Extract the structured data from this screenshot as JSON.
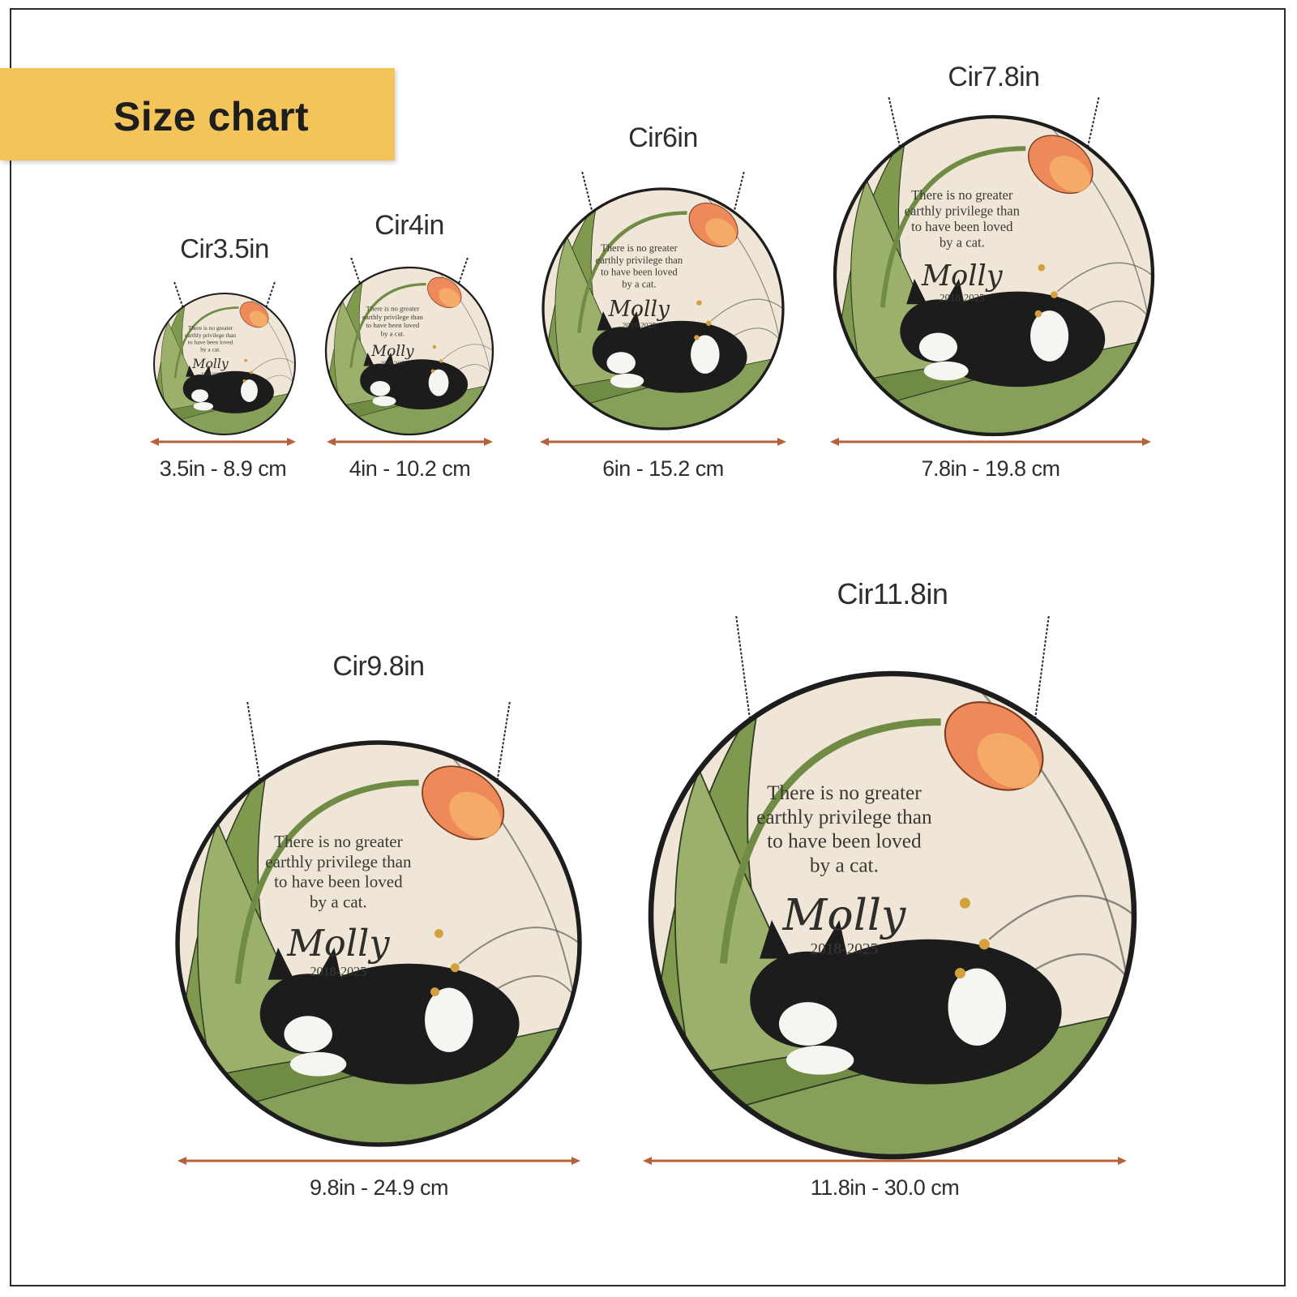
{
  "banner": {
    "title": "Size chart"
  },
  "colors": {
    "banner": "#f2c45a",
    "arrow": "#b5613a",
    "glass": "#efe6d8",
    "rim": "#1d1d1d",
    "tulip": "#ee8a5a",
    "leaf": "#7f9a4e"
  },
  "ornament": {
    "quote": [
      "There is no greater",
      "earthly privilege than",
      "to have been loved",
      "by a cat."
    ],
    "name": "Molly",
    "dates": "2018-2025"
  },
  "sizes": [
    {
      "label": "Cir3.5in",
      "dimension": "3.5in - 8.9 cm"
    },
    {
      "label": "Cir4in",
      "dimension": "4in - 10.2 cm"
    },
    {
      "label": "Cir6in",
      "dimension": "6in - 15.2 cm"
    },
    {
      "label": "Cir7.8in",
      "dimension": "7.8in - 19.8 cm"
    },
    {
      "label": "Cir9.8in",
      "dimension": "9.8in - 24.9 cm"
    },
    {
      "label": "Cir11.8in",
      "dimension": "11.8in - 30.0 cm"
    }
  ]
}
